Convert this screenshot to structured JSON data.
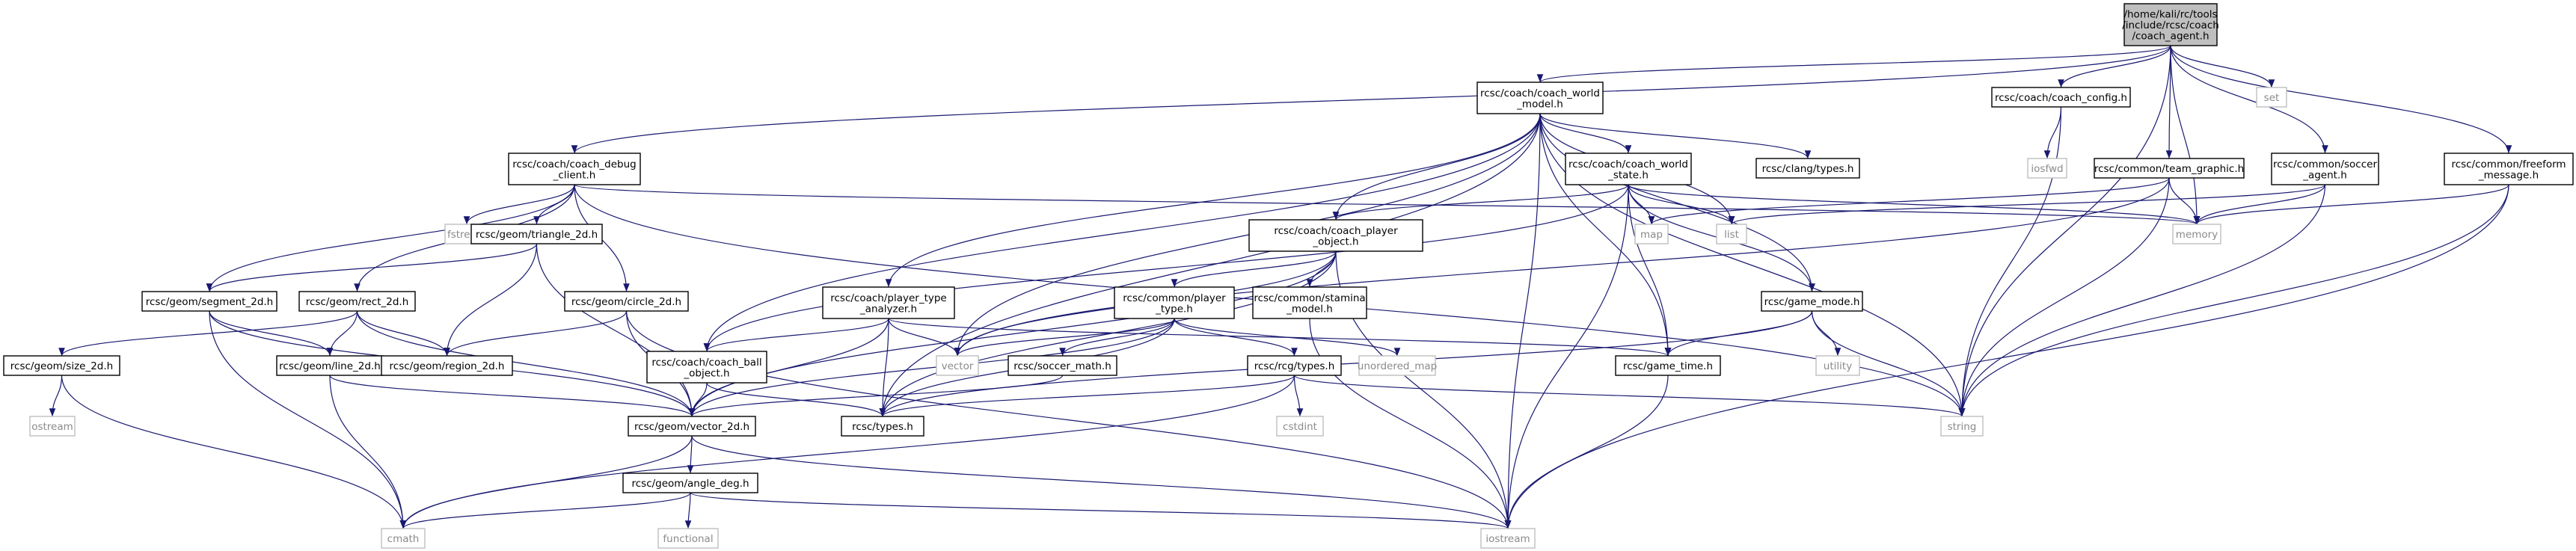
{
  "colors": {
    "node_fill": "#ffffff",
    "node_border": "#000000",
    "root_fill": "#bfbfbf",
    "system_border": "#bfbfbf",
    "system_text": "#8a8a8a",
    "edge": "#191970"
  },
  "nodes": [
    {
      "id": "coach_agent",
      "lines": [
        "/home/kali/rc/tools",
        "/include/rcsc/coach",
        "/coach_agent.h"
      ],
      "kind": "root"
    },
    {
      "id": "coach_world_model",
      "lines": [
        "rcsc/coach/coach_world",
        "_model.h"
      ],
      "kind": "local"
    },
    {
      "id": "coach_config",
      "lines": [
        "rcsc/coach/coach_config.h"
      ],
      "kind": "local"
    },
    {
      "id": "set",
      "lines": [
        "set"
      ],
      "kind": "system"
    },
    {
      "id": "coach_debug_client",
      "lines": [
        "rcsc/coach/coach_debug",
        "_client.h"
      ],
      "kind": "local"
    },
    {
      "id": "coach_world_state",
      "lines": [
        "rcsc/coach/coach_world",
        "_state.h"
      ],
      "kind": "local"
    },
    {
      "id": "clang_types",
      "lines": [
        "rcsc/clang/types.h"
      ],
      "kind": "local"
    },
    {
      "id": "iosfwd",
      "lines": [
        "iosfwd"
      ],
      "kind": "system"
    },
    {
      "id": "team_graphic",
      "lines": [
        "rcsc/common/team_graphic.h"
      ],
      "kind": "local"
    },
    {
      "id": "soccer_agent",
      "lines": [
        "rcsc/common/soccer",
        "_agent.h"
      ],
      "kind": "local"
    },
    {
      "id": "freeform_message",
      "lines": [
        "rcsc/common/freeform",
        "_message.h"
      ],
      "kind": "local"
    },
    {
      "id": "fstream",
      "lines": [
        "fstream"
      ],
      "kind": "system"
    },
    {
      "id": "triangle_2d",
      "lines": [
        "rcsc/geom/triangle_2d.h"
      ],
      "kind": "local"
    },
    {
      "id": "coach_player_object",
      "lines": [
        "rcsc/coach/coach_player",
        "_object.h"
      ],
      "kind": "local"
    },
    {
      "id": "map",
      "lines": [
        "map"
      ],
      "kind": "system"
    },
    {
      "id": "list",
      "lines": [
        "list"
      ],
      "kind": "system"
    },
    {
      "id": "memory",
      "lines": [
        "memory"
      ],
      "kind": "system"
    },
    {
      "id": "segment_2d",
      "lines": [
        "rcsc/geom/segment_2d.h"
      ],
      "kind": "local"
    },
    {
      "id": "rect_2d",
      "lines": [
        "rcsc/geom/rect_2d.h"
      ],
      "kind": "local"
    },
    {
      "id": "circle_2d",
      "lines": [
        "rcsc/geom/circle_2d.h"
      ],
      "kind": "local"
    },
    {
      "id": "player_type_analyzer",
      "lines": [
        "rcsc/coach/player_type",
        "_analyzer.h"
      ],
      "kind": "local"
    },
    {
      "id": "player_type",
      "lines": [
        "rcsc/common/player",
        "_type.h"
      ],
      "kind": "local"
    },
    {
      "id": "stamina_model",
      "lines": [
        "rcsc/common/stamina",
        "_model.h"
      ],
      "kind": "local"
    },
    {
      "id": "game_mode",
      "lines": [
        "rcsc/game_mode.h"
      ],
      "kind": "local"
    },
    {
      "id": "size_2d",
      "lines": [
        "rcsc/geom/size_2d.h"
      ],
      "kind": "local"
    },
    {
      "id": "line_2d",
      "lines": [
        "rcsc/geom/line_2d.h"
      ],
      "kind": "local"
    },
    {
      "id": "region_2d",
      "lines": [
        "rcsc/geom/region_2d.h"
      ],
      "kind": "local"
    },
    {
      "id": "coach_ball_object",
      "lines": [
        "rcsc/coach/coach_ball",
        "_object.h"
      ],
      "kind": "local"
    },
    {
      "id": "vector",
      "lines": [
        "vector"
      ],
      "kind": "system"
    },
    {
      "id": "soccer_math",
      "lines": [
        "rcsc/soccer_math.h"
      ],
      "kind": "local"
    },
    {
      "id": "rcg_types",
      "lines": [
        "rcsc/rcg/types.h"
      ],
      "kind": "local"
    },
    {
      "id": "unordered_map",
      "lines": [
        "unordered_map"
      ],
      "kind": "system"
    },
    {
      "id": "utility",
      "lines": [
        "utility"
      ],
      "kind": "system"
    },
    {
      "id": "game_time",
      "lines": [
        "rcsc/game_time.h"
      ],
      "kind": "local"
    },
    {
      "id": "cstdint",
      "lines": [
        "cstdint"
      ],
      "kind": "system"
    },
    {
      "id": "ostream",
      "lines": [
        "ostream"
      ],
      "kind": "system"
    },
    {
      "id": "vector_2d",
      "lines": [
        "rcsc/geom/vector_2d.h"
      ],
      "kind": "local"
    },
    {
      "id": "types",
      "lines": [
        "rcsc/types.h"
      ],
      "kind": "local"
    },
    {
      "id": "string",
      "lines": [
        "string"
      ],
      "kind": "system"
    },
    {
      "id": "angle_deg",
      "lines": [
        "rcsc/geom/angle_deg.h"
      ],
      "kind": "local"
    },
    {
      "id": "cmath",
      "lines": [
        "cmath"
      ],
      "kind": "system"
    },
    {
      "id": "functional",
      "lines": [
        "functional"
      ],
      "kind": "system"
    },
    {
      "id": "iostream",
      "lines": [
        "iostream"
      ],
      "kind": "system"
    }
  ],
  "edges": [
    [
      "coach_agent",
      "coach_world_model"
    ],
    [
      "coach_agent",
      "coach_config"
    ],
    [
      "coach_agent",
      "set"
    ],
    [
      "coach_agent",
      "coach_debug_client"
    ],
    [
      "coach_agent",
      "team_graphic"
    ],
    [
      "coach_agent",
      "soccer_agent"
    ],
    [
      "coach_agent",
      "freeform_message"
    ],
    [
      "coach_agent",
      "memory"
    ],
    [
      "coach_agent",
      "string"
    ],
    [
      "coach_world_model",
      "coach_world_state"
    ],
    [
      "coach_world_model",
      "clang_types"
    ],
    [
      "coach_world_model",
      "coach_player_object"
    ],
    [
      "coach_world_model",
      "player_type_analyzer"
    ],
    [
      "coach_world_model",
      "coach_ball_object"
    ],
    [
      "coach_world_model",
      "game_mode"
    ],
    [
      "coach_world_model",
      "game_time"
    ],
    [
      "coach_world_model",
      "types"
    ],
    [
      "coach_world_model",
      "vector"
    ],
    [
      "coach_world_model",
      "list"
    ],
    [
      "coach_world_model",
      "string"
    ],
    [
      "coach_world_model",
      "iostream"
    ],
    [
      "coach_config",
      "iosfwd"
    ],
    [
      "coach_config",
      "string"
    ],
    [
      "coach_debug_client",
      "fstream"
    ],
    [
      "coach_debug_client",
      "triangle_2d"
    ],
    [
      "coach_debug_client",
      "segment_2d"
    ],
    [
      "coach_debug_client",
      "rect_2d"
    ],
    [
      "coach_debug_client",
      "circle_2d"
    ],
    [
      "coach_debug_client",
      "memory"
    ],
    [
      "coach_debug_client",
      "string"
    ],
    [
      "coach_world_state",
      "coach_player_object"
    ],
    [
      "coach_world_state",
      "coach_ball_object"
    ],
    [
      "coach_world_state",
      "game_mode"
    ],
    [
      "coach_world_state",
      "game_time"
    ],
    [
      "coach_world_state",
      "map"
    ],
    [
      "coach_world_state",
      "list"
    ],
    [
      "coach_world_state",
      "memory"
    ],
    [
      "coach_world_state",
      "iostream"
    ],
    [
      "team_graphic",
      "map"
    ],
    [
      "team_graphic",
      "vector"
    ],
    [
      "team_graphic",
      "memory"
    ],
    [
      "team_graphic",
      "string"
    ],
    [
      "soccer_agent",
      "list"
    ],
    [
      "soccer_agent",
      "memory"
    ],
    [
      "soccer_agent",
      "string"
    ],
    [
      "freeform_message",
      "memory"
    ],
    [
      "freeform_message",
      "string"
    ],
    [
      "freeform_message",
      "iostream"
    ],
    [
      "triangle_2d",
      "segment_2d"
    ],
    [
      "triangle_2d",
      "region_2d"
    ],
    [
      "triangle_2d",
      "vector_2d"
    ],
    [
      "coach_player_object",
      "player_type"
    ],
    [
      "coach_player_object",
      "stamina_model"
    ],
    [
      "coach_player_object",
      "vector_2d"
    ],
    [
      "coach_player_object",
      "types"
    ],
    [
      "coach_player_object",
      "vector"
    ],
    [
      "coach_player_object",
      "iostream"
    ],
    [
      "segment_2d",
      "line_2d"
    ],
    [
      "segment_2d",
      "vector_2d"
    ],
    [
      "segment_2d",
      "cmath"
    ],
    [
      "rect_2d",
      "region_2d"
    ],
    [
      "rect_2d",
      "size_2d"
    ],
    [
      "rect_2d",
      "line_2d"
    ],
    [
      "rect_2d",
      "vector_2d"
    ],
    [
      "circle_2d",
      "region_2d"
    ],
    [
      "circle_2d",
      "vector_2d"
    ],
    [
      "circle_2d",
      "iostream"
    ],
    [
      "player_type_analyzer",
      "coach_ball_object"
    ],
    [
      "player_type_analyzer",
      "game_time"
    ],
    [
      "player_type_analyzer",
      "vector_2d"
    ],
    [
      "player_type_analyzer",
      "types"
    ],
    [
      "player_type_analyzer",
      "vector"
    ],
    [
      "player_type",
      "soccer_math"
    ],
    [
      "player_type",
      "rcg_types"
    ],
    [
      "player_type",
      "vector_2d"
    ],
    [
      "player_type",
      "types"
    ],
    [
      "player_type",
      "unordered_map"
    ],
    [
      "player_type",
      "vector"
    ],
    [
      "stamina_model",
      "iostream"
    ],
    [
      "game_mode",
      "game_time"
    ],
    [
      "game_mode",
      "types"
    ],
    [
      "game_mode",
      "utility"
    ],
    [
      "game_mode",
      "string"
    ],
    [
      "size_2d",
      "ostream"
    ],
    [
      "size_2d",
      "cmath"
    ],
    [
      "line_2d",
      "vector_2d"
    ],
    [
      "line_2d",
      "cmath"
    ],
    [
      "coach_ball_object",
      "vector_2d"
    ],
    [
      "coach_ball_object",
      "types"
    ],
    [
      "soccer_math",
      "vector_2d"
    ],
    [
      "rcg_types",
      "types"
    ],
    [
      "rcg_types",
      "cstdint"
    ],
    [
      "rcg_types",
      "string"
    ],
    [
      "rcg_types",
      "cmath"
    ],
    [
      "game_time",
      "iostream"
    ],
    [
      "vector_2d",
      "angle_deg"
    ],
    [
      "vector_2d",
      "cmath"
    ],
    [
      "vector_2d",
      "iostream"
    ],
    [
      "angle_deg",
      "cmath"
    ],
    [
      "angle_deg",
      "functional"
    ],
    [
      "angle_deg",
      "iostream"
    ]
  ]
}
